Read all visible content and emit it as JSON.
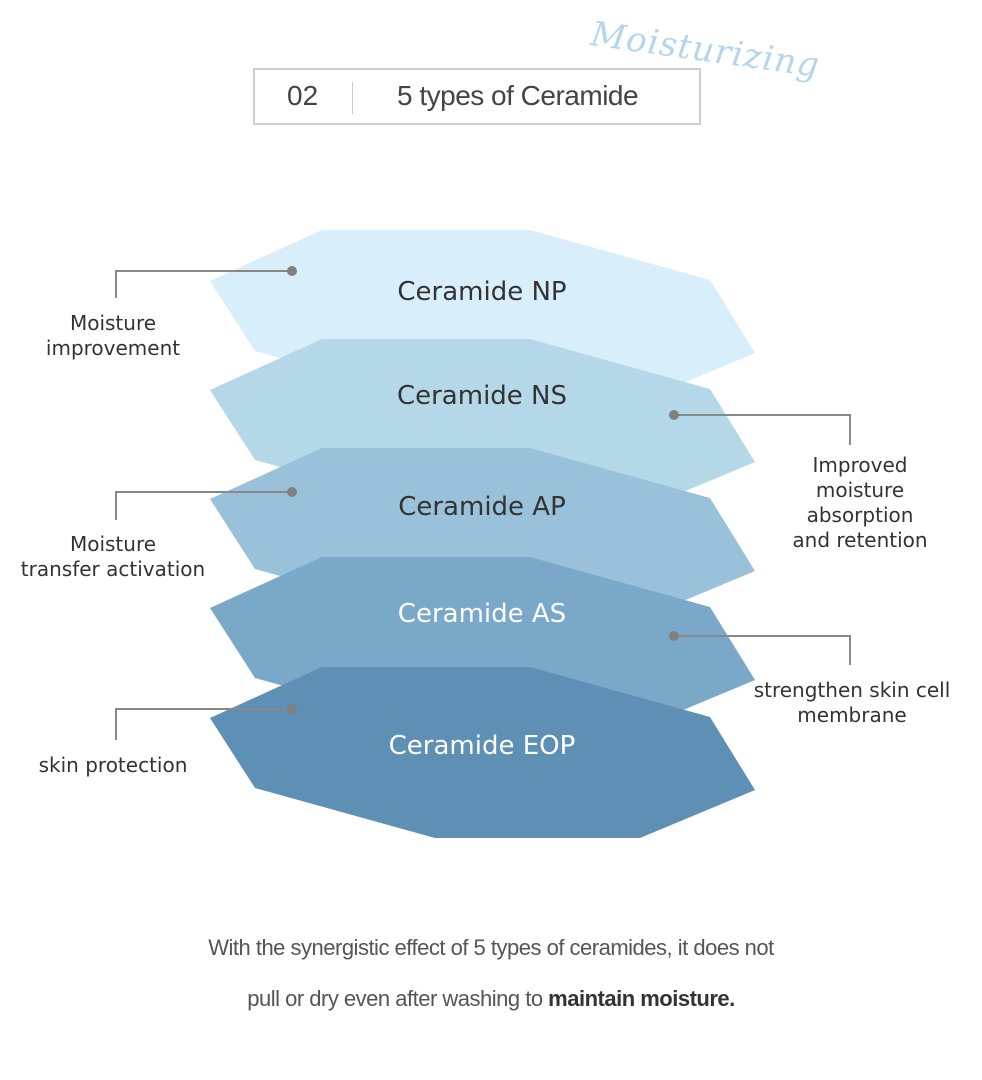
{
  "header": {
    "number": "02",
    "title": "5 types of Ceramide",
    "script_text": "Moisturizing"
  },
  "layers": [
    {
      "name": "Ceramide NP",
      "color": "#d8eefa",
      "text_color": "#333333"
    },
    {
      "name": "Ceramide NS",
      "color": "#b5d8e9",
      "text_color": "#333333"
    },
    {
      "name": "Ceramide AP",
      "color": "#99c1da",
      "text_color": "#333333"
    },
    {
      "name": "Ceramide AS",
      "color": "#7aa8c8",
      "text_color": "#ffffff"
    },
    {
      "name": "Ceramide EOP",
      "color": "#5e8fb4",
      "text_color": "#ffffff"
    }
  ],
  "callouts": {
    "np": "Moisture\nimprovement",
    "ns": "Improved\nmoisture\nabsorption\nand retention",
    "ap": "Moisture\ntransfer activation",
    "as": "strengthen skin cell\nmembrane",
    "eop": "skin protection"
  },
  "footer": {
    "line1": "With the synergistic effect of 5 types of ceramides, it does not",
    "line2_prefix": "pull or dry even after washing to ",
    "line2_bold": "maintain moisture."
  }
}
